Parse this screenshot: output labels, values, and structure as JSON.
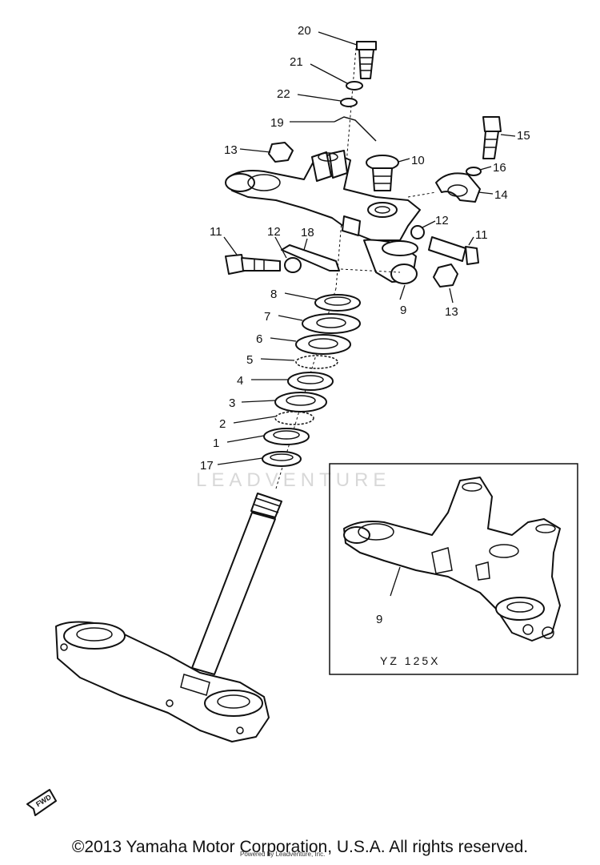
{
  "diagram": {
    "inset_label": "YZ 125X",
    "watermark": "LEADVENTURE",
    "fwd_label": "FWD",
    "callouts": {
      "c20": "20",
      "c21": "21",
      "c22": "22",
      "c19": "19",
      "c13a": "13",
      "c10": "10",
      "c15": "15",
      "c16": "16",
      "c14": "14",
      "c12a": "12",
      "c11a": "11",
      "c12b": "12",
      "c18": "18",
      "c11b": "11",
      "c8": "8",
      "c9": "9",
      "c13b": "13",
      "c7": "7",
      "c6": "6",
      "c5": "5",
      "c4": "4",
      "c3": "3",
      "c2": "2",
      "c1": "1",
      "c17": "17",
      "c9inset": "9"
    }
  },
  "footer": {
    "copyright": "©2013 Yamaha Motor Corporation, U.S.A. All rights reserved.",
    "small_credit": "Powered by Leadventure, Inc."
  }
}
